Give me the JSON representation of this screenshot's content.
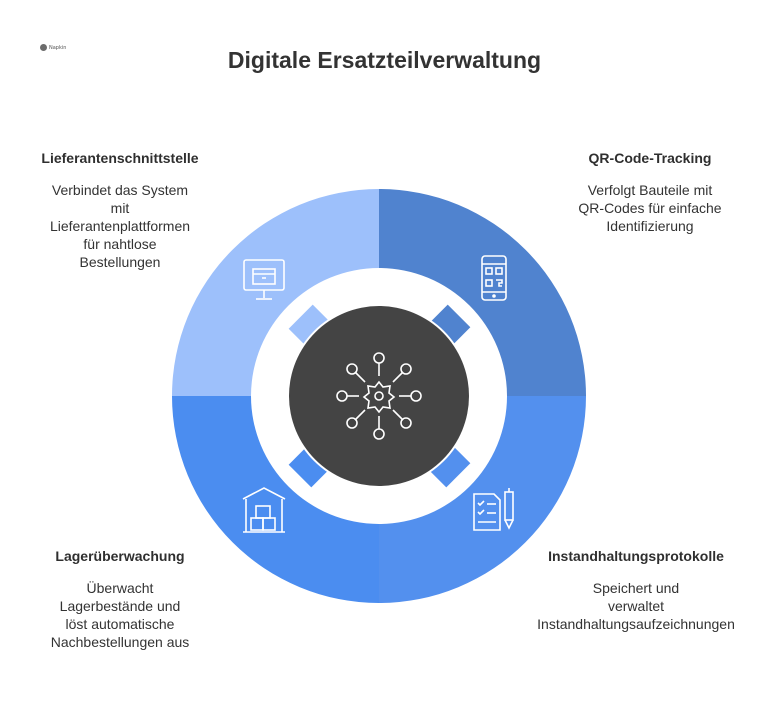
{
  "title": "Digitale Ersatzteilverwaltung",
  "logo": {
    "text": "Napkin",
    "icon": "napkin-logo-icon"
  },
  "segments": [
    {
      "id": "tl",
      "heading": "Lieferantenschnittstelle",
      "description": "Verbindet das System mit Lieferantenplattformen für nahtlose Bestellungen",
      "description_lines": [
        "Verbindet das System",
        "mit",
        "Lieferantenplattformen",
        "für nahtlose",
        "Bestellungen"
      ],
      "icon": "monitor-box-icon",
      "color": "#9dc0fb"
    },
    {
      "id": "tr",
      "heading": "QR-Code-Tracking",
      "description": "Verfolgt Bauteile mit QR-Codes für einfache Identifizierung",
      "description_lines": [
        "Verfolgt Bauteile mit",
        "QR-Codes für einfache",
        "Identifizierung"
      ],
      "icon": "phone-qr-code-icon",
      "color": "#5083cf"
    },
    {
      "id": "bl",
      "heading": "Lagerüberwachung",
      "description": "Überwacht Lagerbestände und löst automatische Nachbestellungen aus",
      "description_lines": [
        "Überwacht",
        "Lagerbestände und",
        "löst automatische",
        "Nachbestellungen aus"
      ],
      "icon": "warehouse-boxes-icon",
      "color": "#4b8df0"
    },
    {
      "id": "br",
      "heading": "Instandhaltungsprotokolle",
      "description": "Speichert und verwaltet Instandhaltungsaufzeichnungen",
      "description_lines": [
        "Speichert und",
        "verwaltet",
        "Instandhaltungsaufzeichnungen"
      ],
      "icon": "checklist-pen-icon",
      "color": "#5390ee"
    }
  ],
  "center": {
    "icon": "gear-network-icon",
    "color": "#444444"
  }
}
